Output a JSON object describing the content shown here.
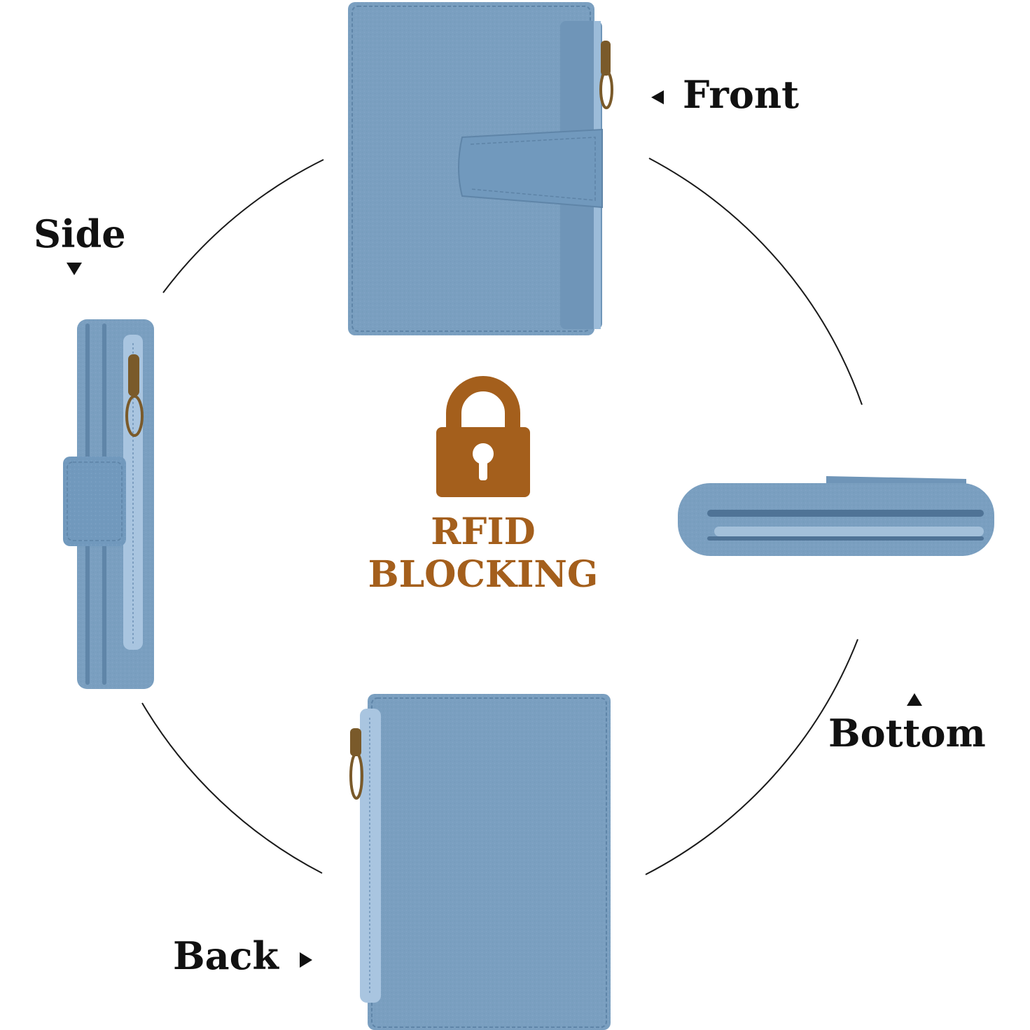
{
  "labels": {
    "front": "Front",
    "side": "Side",
    "bottom": "Bottom",
    "back": "Back"
  },
  "badge": {
    "line1": "RFID",
    "line2": "BLOCKING"
  },
  "icons": {
    "lock": "lock-icon",
    "arrow_left": "triangle-left-icon",
    "arrow_down": "triangle-down-icon",
    "arrow_up": "triangle-up-icon",
    "arrow_right": "triangle-right-icon"
  },
  "colors": {
    "background": "#ffffff",
    "wallet": "#7a9fc0",
    "wallet_dark": "#5f85a8",
    "wallet_light": "#93b4d1",
    "accent": "#a45f1c",
    "text": "#111111",
    "circle": "#1a1a1a"
  }
}
